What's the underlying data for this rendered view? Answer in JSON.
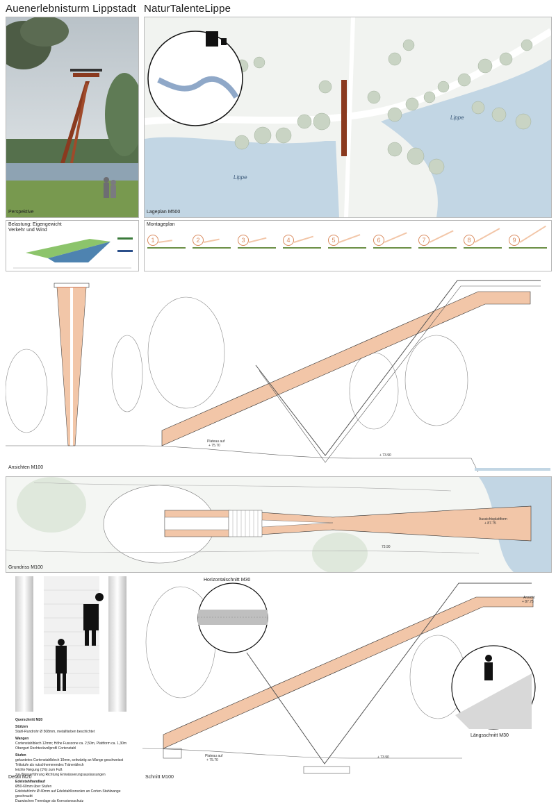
{
  "header": {
    "left_title": "Auenerlebnisturm Lippstadt",
    "right_title": "NaturTalenteLippe"
  },
  "panels": {
    "perspective": {
      "label": "Perspektive"
    },
    "site_plan": {
      "label": "Lageplan M500",
      "river_left": "Lippe",
      "river_right": "Lippe"
    },
    "load": {
      "label_line1": "Belastung: Eigengewicht",
      "label_line2": "Verkehr und Wind"
    },
    "assembly": {
      "label": "Montageplan",
      "steps": [
        "1",
        "2",
        "3",
        "4",
        "5",
        "6",
        "7",
        "8",
        "9"
      ]
    },
    "elevations": {
      "label": "Ansichten M100",
      "level_1": "Plateau auf",
      "level_1_value": "+ 75.70",
      "level_2": "+ 73.90"
    },
    "floor_plan": {
      "label": "Grundriss M100",
      "platform": "Aussichtsplattform",
      "platform_level": "+ 87.75",
      "dim": "73.90"
    },
    "detail": {
      "label": "Detail M20",
      "section_title": "Querschnitt M20",
      "stuetzen_h": "Stützen",
      "stuetzen": "Stahl-Rundrohr Ø 508mm, metallfarben beschichtet",
      "wangen_h": "Wangen",
      "wangen_1": "Cortenstahlblech 12mm; Höhe Fusszone ca. 2,50m, Plattform ca. 1,30m",
      "wangen_2": "Obergurt Rechteckvollprofil Cortenstahl",
      "stufen_h": "Stufen",
      "stufen_1": "gekantetes Cortenstahlblech 10mm, seitwärtig an Wange geschweisst",
      "stufen_2": "Trittstufe als rutschhemmendes Tränenblech",
      "stufen_3": "leichte Neigung (1%) zum Fuß",
      "stufen_4": "zur Wasserführung Richtung Entwässerungsauslassungen",
      "handlauf_h": "Edelstahlhandlauf",
      "handlauf_1": "Ø50-60mm über Stufen",
      "handlauf_2": "Edelstahlrohr Ø 40mm auf Edelstahlkonsolen an Corten-Stahlwange geschraubt",
      "handlauf_3": "Dazwischen Trennlage als Korrosionsschutz"
    },
    "section": {
      "label": "Schnitt M100",
      "horizontal": "Horizontalschnitt M30",
      "longitudinal": "Längsschnitt M30",
      "plateau": "Plateau auf",
      "plateau_value": "+ 75.70",
      "ground": "+ 73.90",
      "top": "Ansicht",
      "top_value": "+ 87.75"
    }
  },
  "colors": {
    "corten": "#f2c6a8",
    "corten_dark": "#c9663c",
    "water": "#c2d6e4",
    "green": "#dfe8dc",
    "tree": "#c9d4c4"
  }
}
